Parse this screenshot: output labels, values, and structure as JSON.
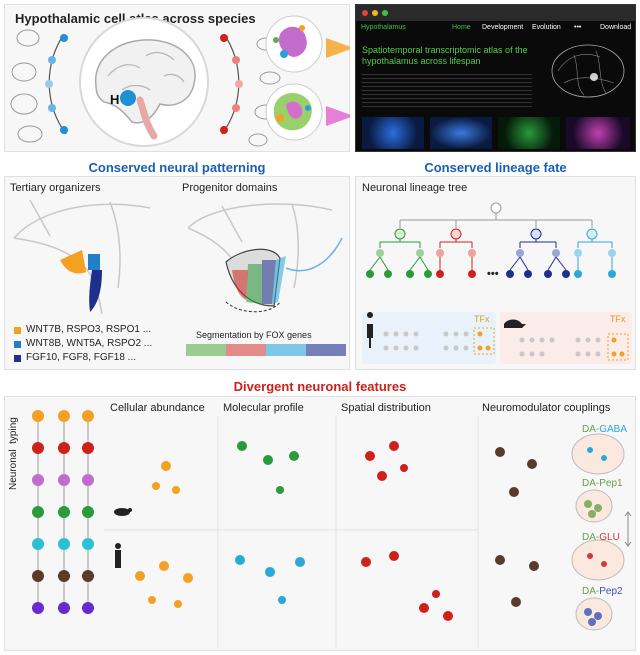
{
  "top": {
    "title": "Hypothalamic cell atlas across species",
    "brain_marker": "H",
    "website": {
      "nav_home_brand": "Hypothalamus",
      "nav_home": "Home",
      "nav_development": "Development",
      "nav_evolution": "Evolution",
      "nav_more": "•••",
      "nav_download": "Download",
      "heading_line1": "Spatiotemporal transcriptomic atlas of the",
      "heading_line2": "hypothalamus across lifespan"
    }
  },
  "section_patterning": {
    "title": "Conserved neural patterning",
    "tertiary_title": "Tertiary organizers",
    "progenitor_title": "Progenitor domains",
    "segmentation_label": "Segmentation by FOX genes",
    "legend": [
      {
        "label": "WNT7B, RSPO3, RSPO1 ...",
        "color": "#f4a020"
      },
      {
        "label": "WNT8B, WNT5A, RSPO2 ...",
        "color": "#1f7fc8"
      },
      {
        "label": "FGF10, FGF8, FGF18 ...",
        "color": "#1f2f8c"
      }
    ]
  },
  "section_lineage": {
    "title": "Conserved lineage fate",
    "tree_title": "Neuronal lineage tree",
    "tf_label_human": "TFx",
    "tf_label_mouse": "TFx",
    "ellipsis": "•••"
  },
  "section_divergent": {
    "title": "Divergent neuronal features",
    "side_label": "Neuronal  typing",
    "columns": [
      {
        "title": "Cellular abundance"
      },
      {
        "title": "Molecular profile"
      },
      {
        "title": "Spatial distribution"
      },
      {
        "title": "Neuromodulator couplings"
      }
    ],
    "couplings": [
      {
        "prefix": "DA-",
        "suffix": "GABA",
        "color": "#2aa8d8"
      },
      {
        "prefix": "DA-",
        "suffix": "Pep1",
        "color": "#6aa04a"
      },
      {
        "prefix": "DA-",
        "suffix": "GLU",
        "color": "#d03a3a"
      },
      {
        "prefix": "DA-",
        "suffix": "Pep2",
        "color": "#3a52b8"
      }
    ]
  },
  "colors": {
    "section_title": "#1a5fb4",
    "divergent_title": "#d0201a",
    "panel_bg": "#f7f7f7",
    "beige": "#faf4ea"
  }
}
